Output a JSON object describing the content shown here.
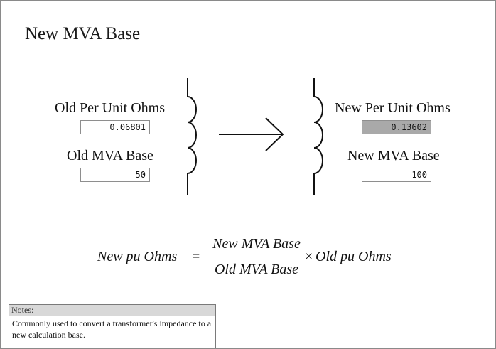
{
  "title": "New MVA Base",
  "left": {
    "old_pu_label": "Old Per Unit Ohms",
    "old_pu_value": "0.06801",
    "old_mva_label": "Old MVA Base",
    "old_mva_value": "50"
  },
  "right": {
    "new_pu_label": "New Per Unit Ohms",
    "new_pu_value": "0.13602",
    "new_mva_label": "New MVA Base",
    "new_mva_value": "100"
  },
  "formula": {
    "lhs": "New pu Ohms",
    "equals": "=",
    "numerator": "New MVA Base",
    "denominator": "Old MVA Base",
    "times": "×",
    "rhs": "Old pu Ohms"
  },
  "notes": {
    "header": "Notes:",
    "body": "Commonly used to convert a transformer's impedance to a new calculation base."
  },
  "colors": {
    "readonly_field": "#a9a9a9",
    "frame_border": "#8a8a8a"
  },
  "icons": [
    "transformer-coil-icon",
    "arrow-right-icon"
  ]
}
